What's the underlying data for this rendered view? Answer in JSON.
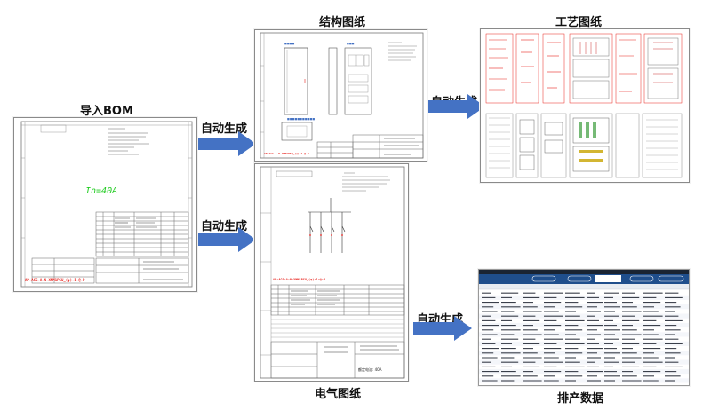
{
  "labels": {
    "import_bom": "导入BOM",
    "structure_drawing": "结构图纸",
    "process_drawing": "工艺图纸",
    "electrical_drawing": "电气图纸",
    "layout_data": "排产数据"
  },
  "arrows": {
    "to_structure": "自动生成",
    "to_electrical": "自动生成",
    "to_process": "自动生成",
    "to_layout": "自动生成"
  },
  "bom_sheet": {
    "rating": "In=40A",
    "model_code": "AP-ACG-A-N-XMM1PSU_(φ)-1-@-P"
  },
  "structure_sheet": {
    "model_code": "AP-ACG-A-N-XMM1PSU_(φ)-1-@-P"
  },
  "electrical_sheet": {
    "model_code": "AP-ACG-A-N-XMM1PSU_(φ)-1-@-P",
    "rating": "额定电流: 40A"
  },
  "colors": {
    "arrow": "#4472c4",
    "red_text": "#e8241f",
    "green_text": "#22cc22",
    "frame": "#555555"
  }
}
